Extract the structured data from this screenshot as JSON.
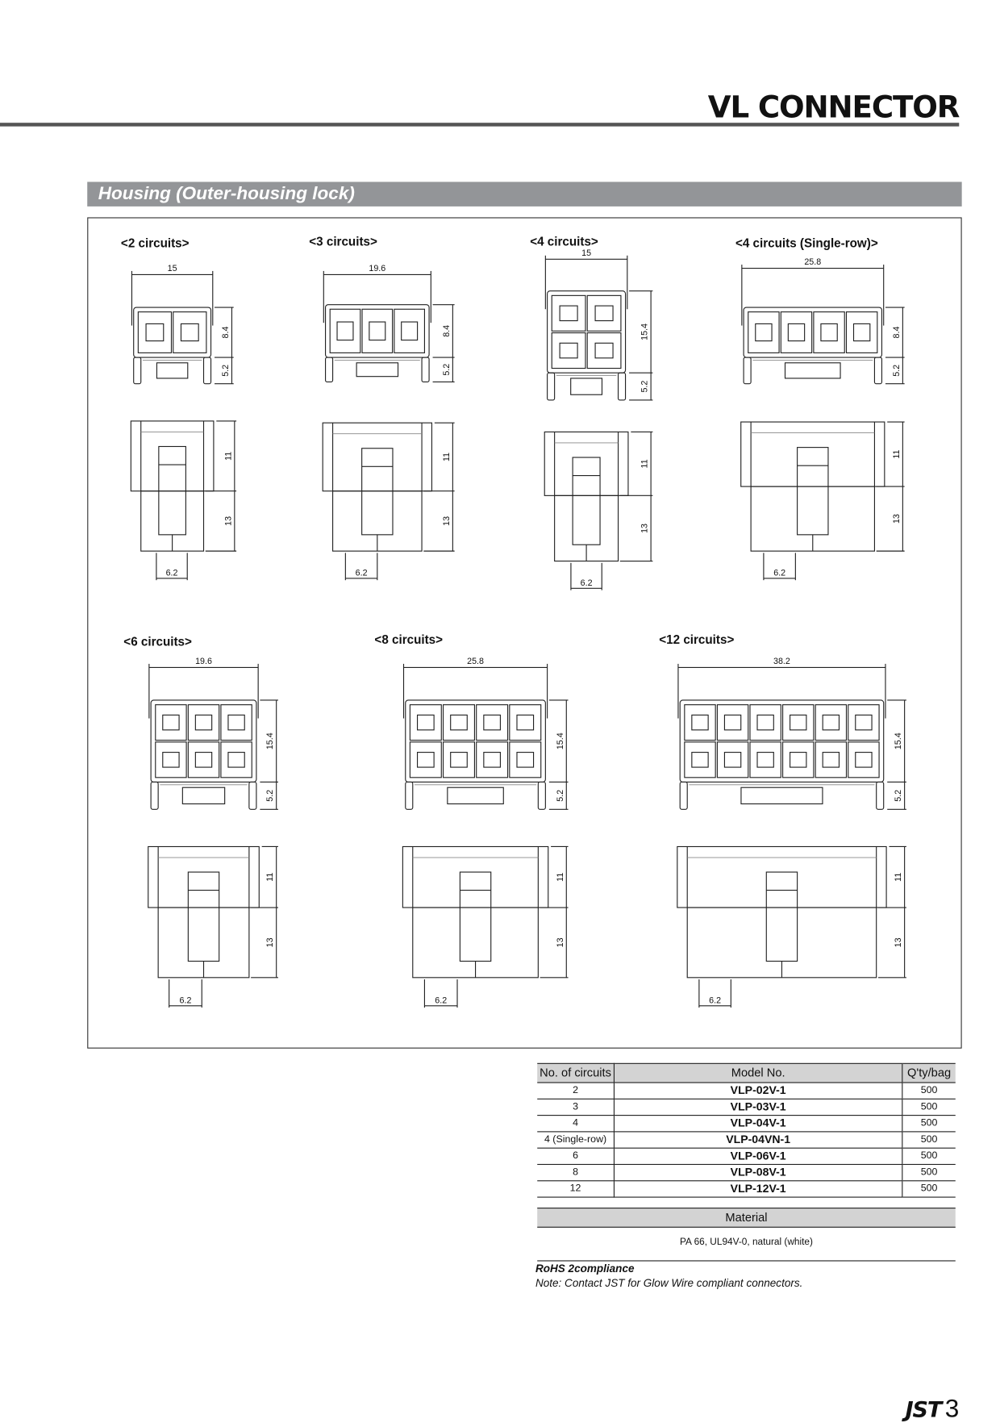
{
  "header": {
    "title": "VL CONNECTOR"
  },
  "section": {
    "title": "Housing (Outer-housing lock)"
  },
  "connectors": [
    {
      "label": "<2 circuits>",
      "width_dim": "15",
      "front_dims": [
        "8.4",
        "5.2"
      ],
      "side_dims": [
        "11",
        "13"
      ],
      "pitch_dim": "6.2",
      "cols": 2,
      "rows": 1
    },
    {
      "label": "<3 circuits>",
      "width_dim": "19.6",
      "front_dims": [
        "8.4",
        "5.2"
      ],
      "side_dims": [
        "11",
        "13"
      ],
      "pitch_dim": "6.2",
      "cols": 3,
      "rows": 1
    },
    {
      "label": "<4 circuits>",
      "width_dim": "15",
      "front_dims": [
        "15.4",
        "5.2"
      ],
      "side_dims": [
        "11",
        "13"
      ],
      "pitch_dim": "6.2",
      "cols": 2,
      "rows": 2
    },
    {
      "label": "<4 circuits (Single-row)>",
      "width_dim": "25.8",
      "front_dims": [
        "8.4",
        "5.2"
      ],
      "side_dims": [
        "11",
        "13"
      ],
      "pitch_dim": "6.2",
      "cols": 4,
      "rows": 1
    },
    {
      "label": "<6 circuits>",
      "width_dim": "19.6",
      "front_dims": [
        "15.4",
        "5.2"
      ],
      "side_dims": [
        "11",
        "13"
      ],
      "pitch_dim": "6.2",
      "cols": 3,
      "rows": 2
    },
    {
      "label": "<8 circuits>",
      "width_dim": "25.8",
      "front_dims": [
        "15.4",
        "5.2"
      ],
      "side_dims": [
        "11",
        "13"
      ],
      "pitch_dim": "6.2",
      "cols": 4,
      "rows": 2
    },
    {
      "label": "<12 circuits>",
      "width_dim": "38.2",
      "front_dims": [
        "15.4",
        "5.2"
      ],
      "side_dims": [
        "11",
        "13"
      ],
      "pitch_dim": "6.2",
      "cols": 6,
      "rows": 2
    }
  ],
  "table": {
    "headers": [
      "No. of circuits",
      "Model No.",
      "Q'ty/bag"
    ],
    "rows": [
      {
        "circuits": "2",
        "model": "VLP-02V-1",
        "qty": "500"
      },
      {
        "circuits": "3",
        "model": "VLP-03V-1",
        "qty": "500"
      },
      {
        "circuits": "4",
        "model": "VLP-04V-1",
        "qty": "500"
      },
      {
        "circuits": "4 (Single-row)",
        "model": "VLP-04VN-1",
        "qty": "500"
      },
      {
        "circuits": "6",
        "model": "VLP-06V-1",
        "qty": "500"
      },
      {
        "circuits": "8",
        "model": "VLP-08V-1",
        "qty": "500"
      },
      {
        "circuits": "12",
        "model": "VLP-12V-1",
        "qty": "500"
      }
    ]
  },
  "material": {
    "label": "Material",
    "value": "PA 66, UL94V-0, natural (white)"
  },
  "notes": {
    "rohs": "RoHS 2compliance",
    "note": "Note: Contact JST for Glow Wire compliant connectors."
  },
  "footer": {
    "logo": "JST",
    "page": "3"
  },
  "colors": {
    "section_bar": "#939598",
    "table_header": "#d3d3d3",
    "rule": "#555555"
  }
}
